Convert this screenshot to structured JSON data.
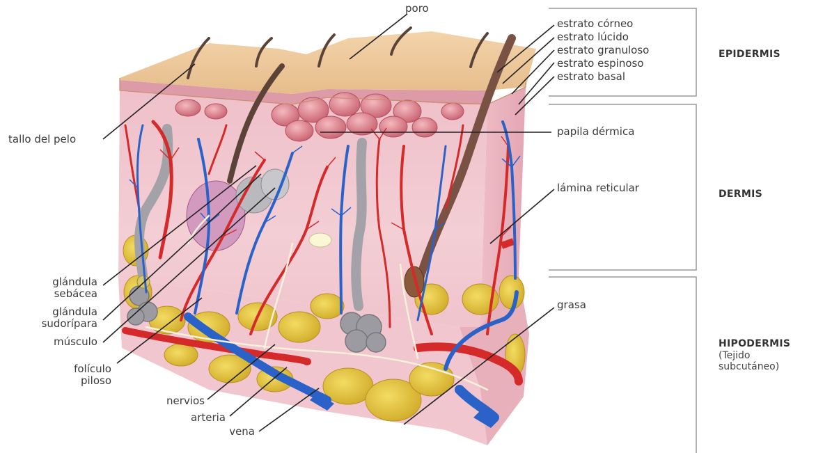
{
  "labels": {
    "poro": "poro",
    "estrato_corneo": "estrato córneo",
    "estrato_lucido": "estrato lúcido",
    "estrato_granuloso": "estrato granuloso",
    "estrato_espinoso": "estrato espinoso",
    "estrato_basal": "estrato basal",
    "papila_dermica": "papila dérmica",
    "lamina_reticular": "lámina reticular",
    "grasa": "grasa",
    "tallo_del_pelo": "tallo del pelo",
    "glandula_sebacea": [
      "glándula",
      "sebácea"
    ],
    "glandula_sudoripara": [
      "glándula",
      "sudorípara"
    ],
    "musculo": "músculo",
    "foliculo_piloso": [
      "folículo",
      "piloso"
    ],
    "nervios": "nervios",
    "arteria": "arteria",
    "vena": "vena"
  },
  "sections": {
    "epidermis": "EPIDERMIS",
    "dermis": "DERMIS",
    "hipodermis": "HIPODERMIS",
    "hipodermis_sub": [
      "(Tejido",
      "subcutáneo)"
    ]
  },
  "colors": {
    "artery": "#d42a2a",
    "vein": "#2a62c8",
    "fat": "#e2c13a",
    "dermis": "#f1c3cc",
    "epidermis_top": "#e8c49a"
  }
}
